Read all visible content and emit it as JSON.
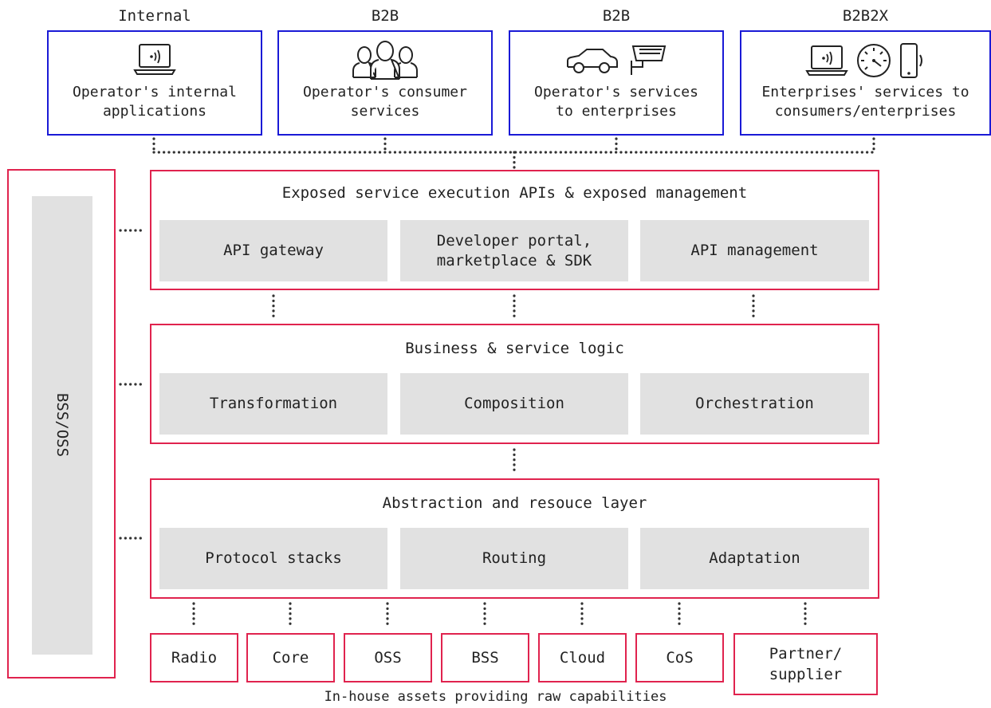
{
  "categories": [
    "Internal",
    "B2B",
    "B2B",
    "B2B2X"
  ],
  "top_boxes": [
    {
      "text": "Operator's internal\napplications",
      "icons": [
        "laptop-wireless-icon"
      ]
    },
    {
      "text": "Operator's consumer\nservices",
      "icons": [
        "people-group-icon"
      ]
    },
    {
      "text": "Operator's services\nto enterprises",
      "icons": [
        "car-icon",
        "cctv-camera-icon"
      ]
    },
    {
      "text": "Enterprises' services to\nconsumers/enterprises",
      "icons": [
        "laptop-wireless-icon",
        "meter-gauge-icon",
        "smartphone-wireless-icon"
      ]
    }
  ],
  "side_panel": {
    "label": "BSS/OSS"
  },
  "layers": [
    {
      "title": "Exposed service execution APIs & exposed management",
      "cells": [
        "API gateway",
        "Developer portal,\nmarketplace & SDK",
        "API management"
      ]
    },
    {
      "title": "Business & service logic",
      "cells": [
        "Transformation",
        "Composition",
        "Orchestration"
      ]
    },
    {
      "title": "Abstraction and resouce layer",
      "cells": [
        "Protocol stacks",
        "Routing",
        "Adaptation"
      ]
    }
  ],
  "assets": [
    "Radio",
    "Core",
    "OSS",
    "BSS",
    "Cloud",
    "CoS",
    "Partner/\nsupplier"
  ],
  "footer": "In-house assets providing raw capabilities",
  "colors": {
    "top_border": "#1a1ad6",
    "layer_border": "#e0234e",
    "cell_fill": "#e1e1e1",
    "connector": "#333333"
  }
}
